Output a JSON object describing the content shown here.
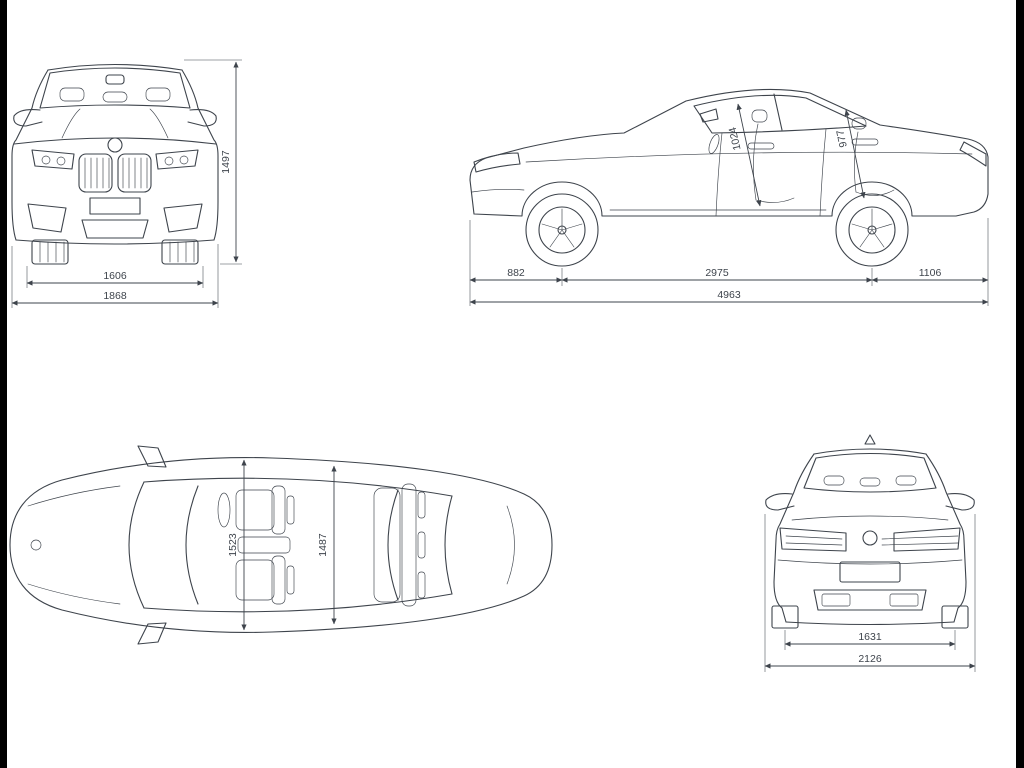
{
  "colors": {
    "line": "#3e444c",
    "background": "#ffffff",
    "edge_bar": "#000000"
  },
  "front_view": {
    "height_mm": "1497",
    "track_mm": "1606",
    "width_mm": "1868"
  },
  "side_view": {
    "interior_front_mm": "1024",
    "interior_rear_mm": "977",
    "front_overhang_mm": "882",
    "wheelbase_mm": "2975",
    "rear_overhang_mm": "1106",
    "length_mm": "4963"
  },
  "top_view": {
    "interior_width_front_mm": "1523",
    "interior_width_rear_mm": "1487"
  },
  "rear_view": {
    "track_mm": "1631",
    "width_incl_mirrors_mm": "2126"
  }
}
